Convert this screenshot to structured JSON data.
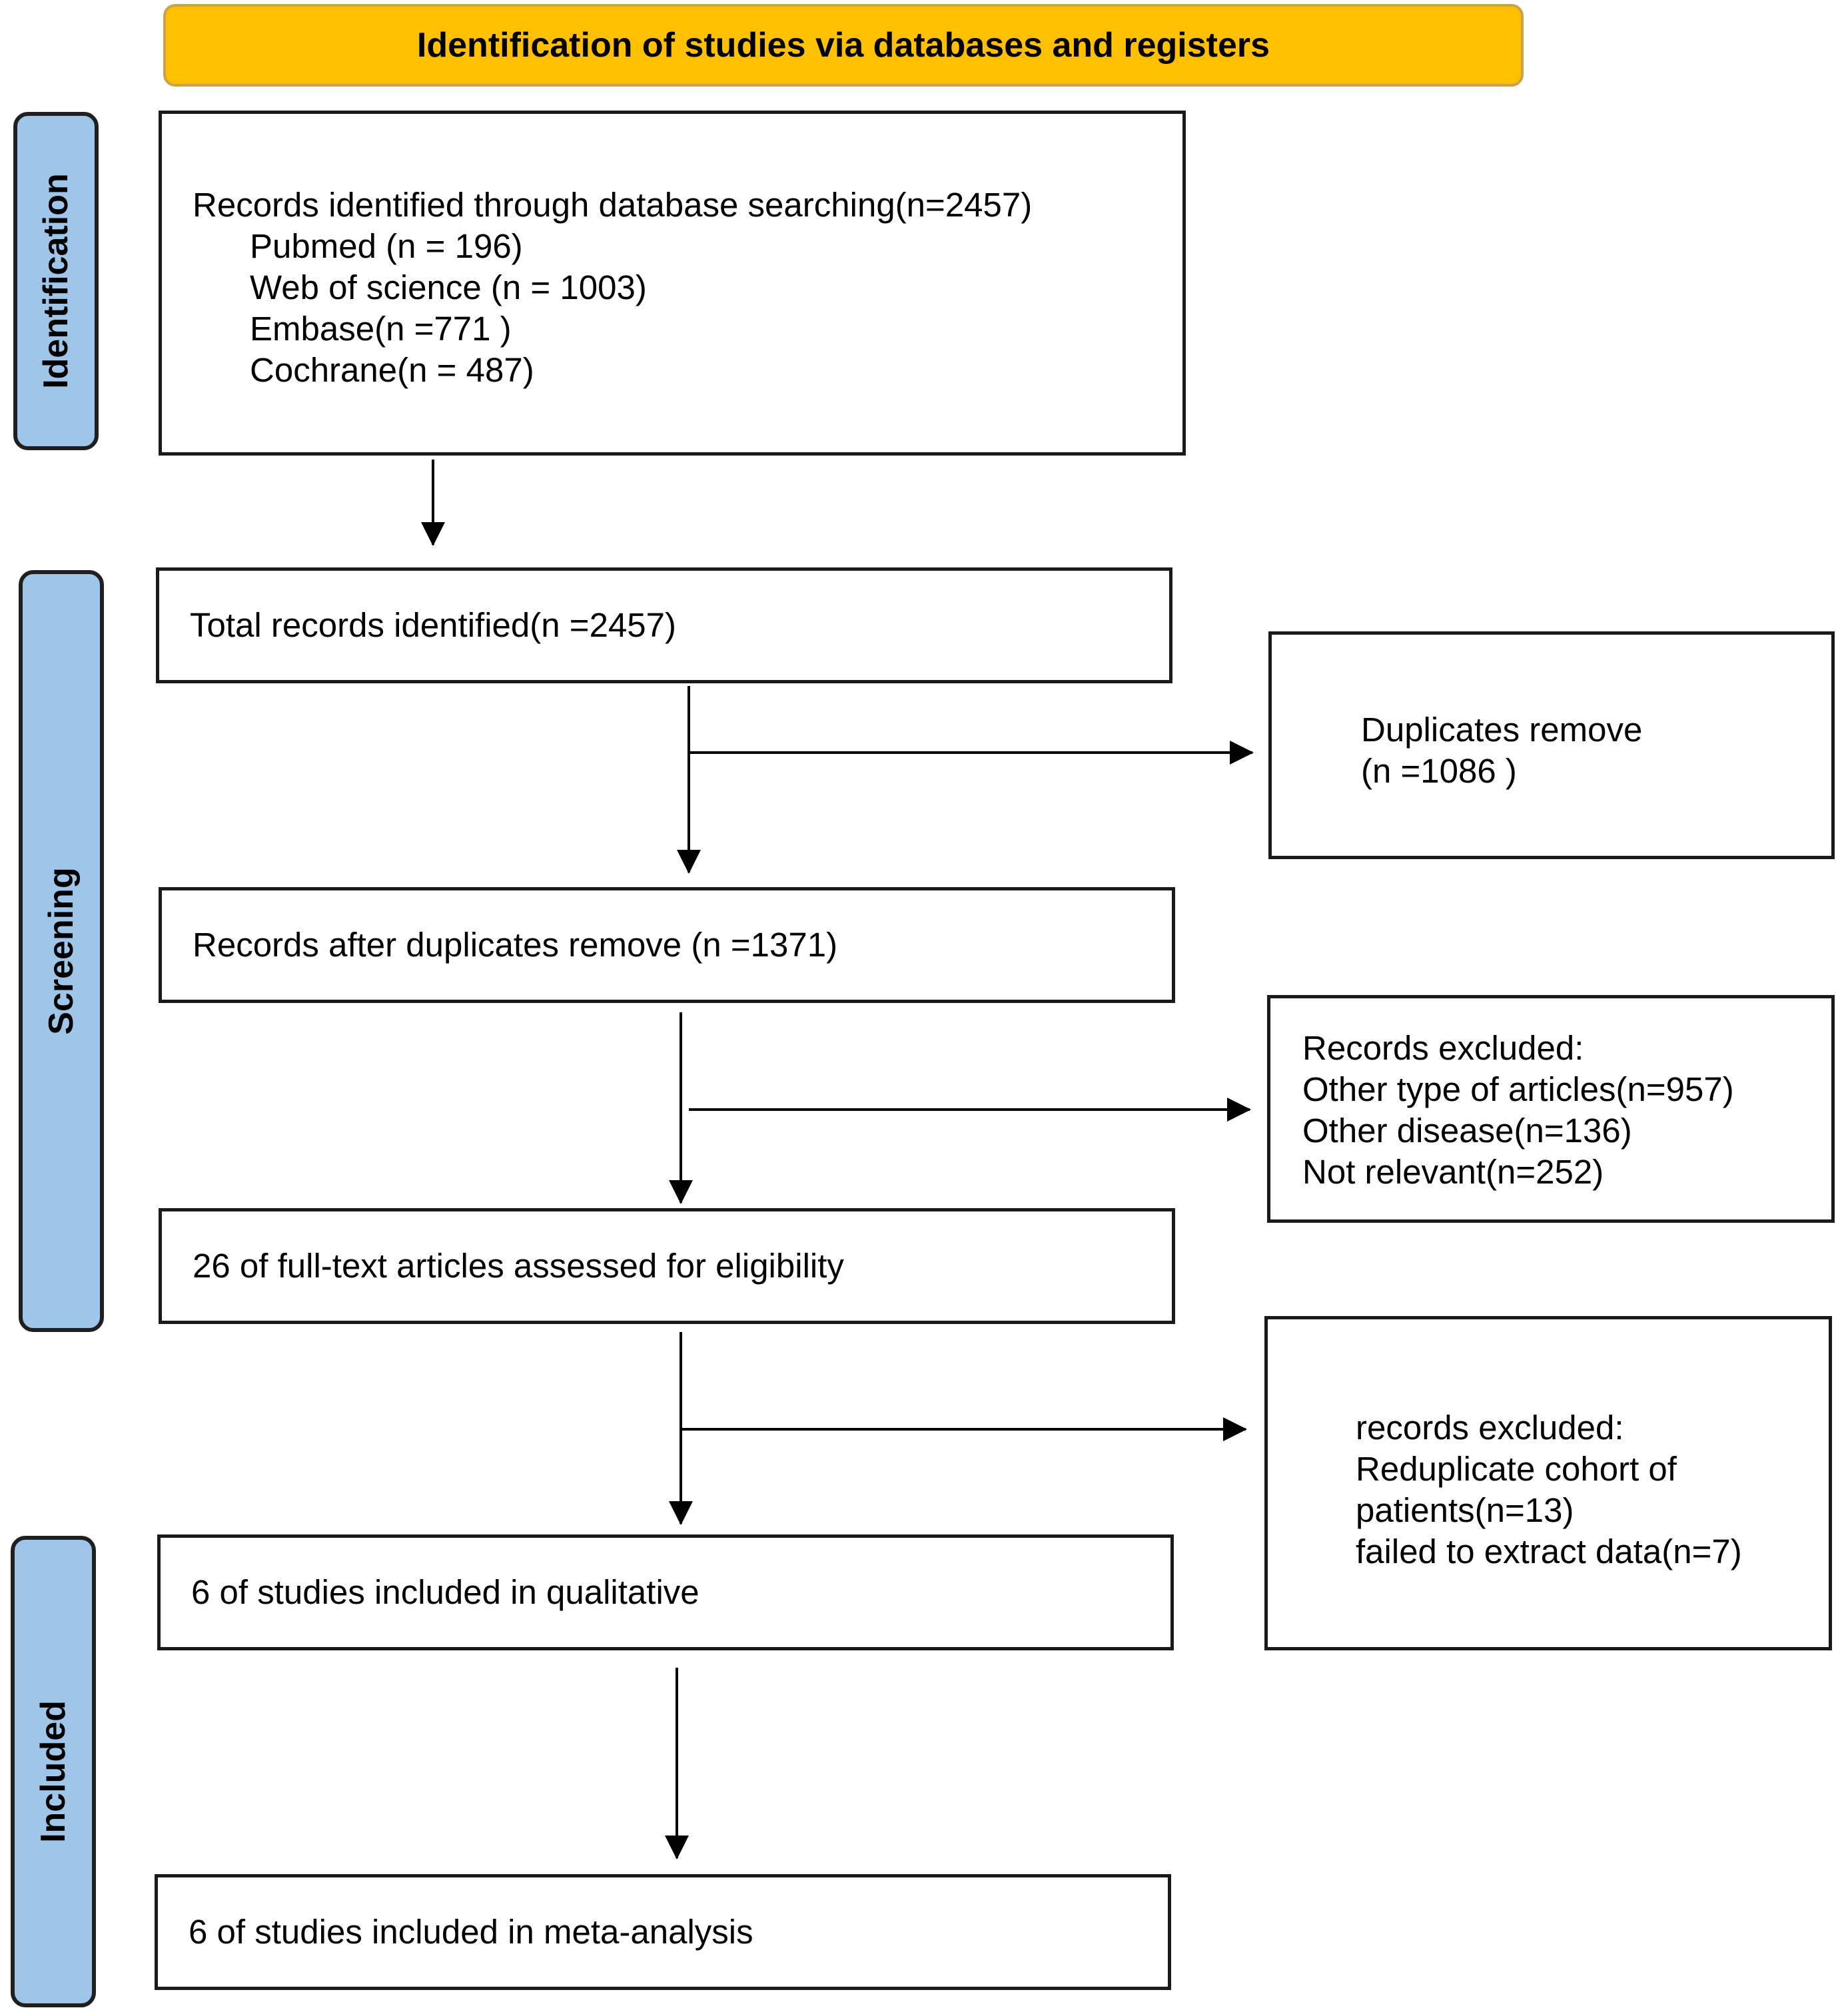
{
  "header": {
    "title": "Identification of studies via databases and registers"
  },
  "stages": {
    "identification": "Identification",
    "screening": "Screening",
    "included": "Included"
  },
  "boxes": {
    "records_identified": {
      "lines": [
        "Records identified through database searching(n=2457)",
        "Pubmed (n = 196)",
        "Web of science (n = 1003)",
        "Embase(n =771 )",
        "Cochrane(n = 487)"
      ]
    },
    "total_records": "Total records identified(n =2457)",
    "duplicates_removed": {
      "lines": [
        "Duplicates remove",
        "(n =1086 )"
      ]
    },
    "after_duplicates": "Records after duplicates remove (n =1371)",
    "records_excluded_1": {
      "lines": [
        "Records excluded:",
        "Other type of articles(n=957)",
        "Other disease(n=136)",
        "Not relevant(n=252)"
      ]
    },
    "full_text_assessed": "26 of full-text articles assessed for eligibility",
    "records_excluded_2": {
      "lines": [
        "records excluded:",
        "Reduplicate cohort of",
        "patients(n=13)",
        "failed to extract data(n=7)"
      ]
    },
    "qualitative": "6 of studies included in qualitative",
    "meta_analysis": "6 of studies included in meta-analysis"
  },
  "colors": {
    "header_fill": "#FFC000",
    "stage_fill": "#9FC5E8",
    "line": "#000000"
  }
}
